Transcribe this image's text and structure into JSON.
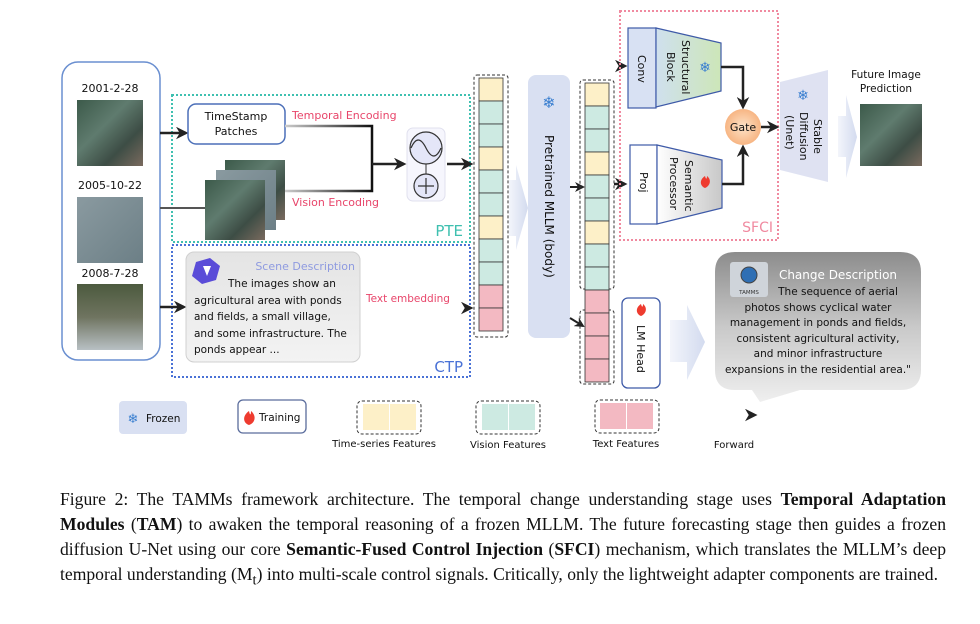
{
  "figure": {
    "dates": [
      "2001-2-28",
      "2005-10-22",
      "2008-7-28"
    ],
    "pte": {
      "label": "PTE",
      "timestamp_box": [
        "TimeStamp",
        "Patches"
      ],
      "temporal_encoding": "Temporal Encoding",
      "vision_encoding": "Vision Encoding"
    },
    "ctp": {
      "label": "CTP",
      "scene_title": "Scene Description",
      "scene_lines": [
        "The images show an",
        "agricultural area with ponds",
        "and fields, a small village,",
        "and some infrastructure. The",
        "ponds appear ..."
      ],
      "text_embedding": "Text embedding"
    },
    "mllm_label": "Pretrained MLLM (body)",
    "input_tokens": [
      "time",
      "vision",
      "vision",
      "time",
      "vision",
      "vision",
      "time",
      "vision",
      "vision",
      "text",
      "text"
    ],
    "output_tokens": [
      "time",
      "vision",
      "vision",
      "time",
      "vision",
      "vision",
      "time",
      "vision",
      "vision",
      "text",
      "text",
      "text",
      "text"
    ],
    "sfci": {
      "label": "SFCI",
      "conv": "Conv",
      "structural_block": [
        "Structural",
        "Block"
      ],
      "proj": "Proj",
      "semantic_processor": [
        "Semantic",
        "Processor"
      ],
      "gate": "Gate"
    },
    "stable_diffusion": [
      "Stable",
      "Diffusion",
      "(Unet)"
    ],
    "future_image": [
      "Future Image",
      "Prediction"
    ],
    "lm_head": "LM Head",
    "change": {
      "logo_text": "TAMMS",
      "title": "Change Description",
      "lines": [
        "The sequence of aerial",
        "photos shows cyclical water",
        "management in ponds and fields,",
        "consistent agricultural activity,",
        "and minor infrastructure",
        "expansions in the residential area.\""
      ]
    },
    "legend": {
      "frozen": "Frozen",
      "training": "Training",
      "time_series": "Time-series Features",
      "vision": "Vision Features",
      "text": "Text Features",
      "forward": "Forward"
    },
    "colors": {
      "time": "#fdf0c8",
      "vision": "#cdeae2",
      "text": "#f3b9c2",
      "frozen_bg": "#d9e0f2",
      "pte_border": "#3fc0b0",
      "ctp_border": "#4a72d6",
      "sfci_border": "#f08aa0",
      "encoding_text": "#e8456a"
    }
  },
  "caption": {
    "s1": "Figure 2: The TAMMs framework architecture. The temporal change understanding stage uses ",
    "b1": "Temporal Adaptation Modules",
    "s2": " (",
    "b2": "TAM",
    "s3": ") to awaken the temporal reasoning of a frozen MLLM. The future forecasting stage then guides a frozen diffusion U-Net using our core ",
    "b3": "Semantic-Fused Control Injection",
    "s4": " (",
    "b4": "SFCI",
    "s5": ") mechanism, which translates the MLLM’s deep temporal understanding (M",
    "sub": "t",
    "s6": ") into multi-scale control signals. Critically, only the lightweight adapter components are trained."
  }
}
